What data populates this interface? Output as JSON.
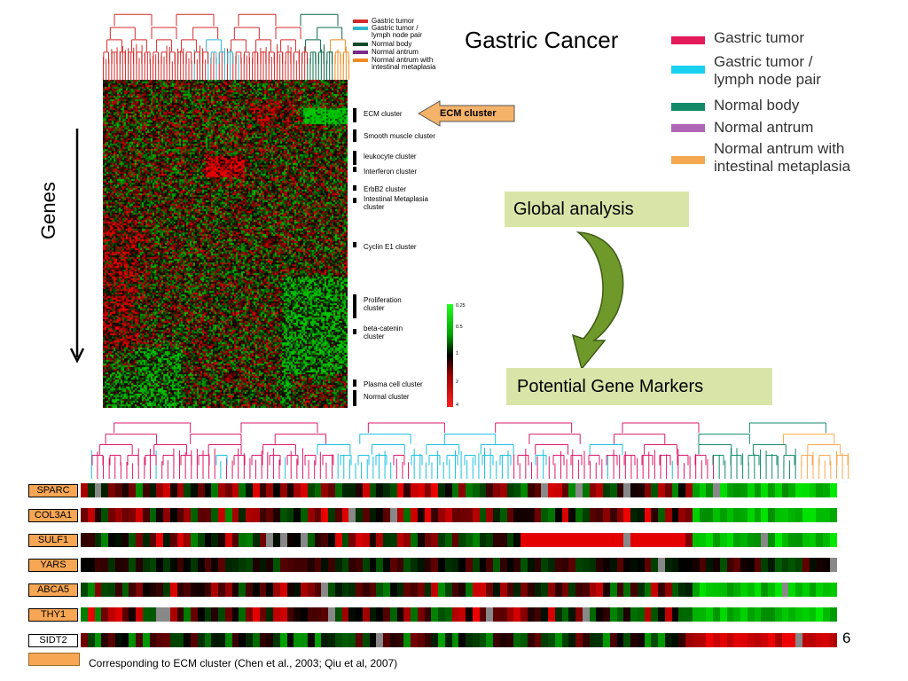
{
  "title": "Gastric Cancer",
  "small_legend": [
    {
      "label": "Gastric tumor",
      "color": "#d42a2a"
    },
    {
      "label": "Gastric tumor /\nlymph node pair",
      "color": "#2fb6cf"
    },
    {
      "label": "Normal body",
      "color": "#0c4a2a"
    },
    {
      "label": "Normal antrum",
      "color": "#7a2a8a"
    },
    {
      "label": "Normal antrum with\nintestinal metaplasia",
      "color": "#f08c20"
    }
  ],
  "big_legend": [
    {
      "label": "Gastric tumor",
      "color": "#e41a5a"
    },
    {
      "label": "Gastric tumor /\nlymph node pair",
      "color": "#19d0f0"
    },
    {
      "label": "Normal body",
      "color": "#128a68"
    },
    {
      "label": "Normal antrum",
      "color": "#b066b6"
    },
    {
      "label": "Normal antrum with\nintestinal metaplasia",
      "color": "#f5a850"
    }
  ],
  "clusters": [
    {
      "label": "ECM cluster"
    },
    {
      "label": "Smooth muscle cluster"
    },
    {
      "label": "leukocyte cluster"
    },
    {
      "label": "Interferon cluster"
    },
    {
      "label": "ErbB2 cluster"
    },
    {
      "label": "Intestinal Metaplasia\ncluster"
    },
    {
      "label": "Cyclin E1 cluster"
    },
    {
      "label": "Proliferation\ncluster"
    },
    {
      "label": "beta-catenin\ncluster"
    },
    {
      "label": "Plasma cell cluster"
    },
    {
      "label": "Normal cluster"
    }
  ],
  "scale_labels": [
    "0.25",
    "0.5",
    "1",
    "2",
    "4"
  ],
  "ecm_callout": "ECM cluster",
  "genes_label": "Genes",
  "global_analysis": "Global analysis",
  "potential_markers": "Potential Gene Markers",
  "genes": [
    {
      "name": "SPARC"
    },
    {
      "name": "COL3A1"
    },
    {
      "name": "SULF1"
    },
    {
      "name": "YARS"
    },
    {
      "name": "ABCA5"
    },
    {
      "name": "THY1"
    },
    {
      "name": "SIDT2"
    }
  ],
  "footer": "Corresponding to ECM cluster (Chen et al., 2003; Qiu et al, 2007)",
  "page_number": "6"
}
